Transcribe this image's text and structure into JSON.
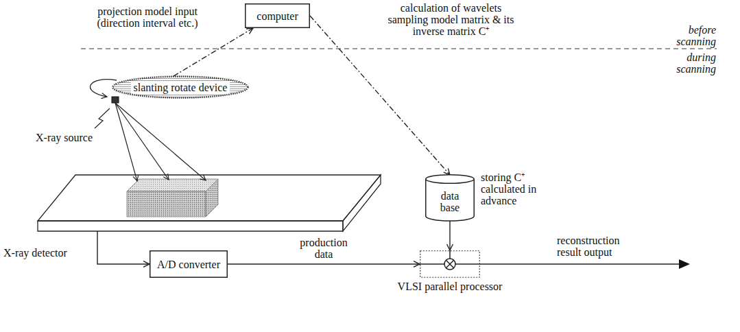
{
  "diagram": {
    "nodes": [
      {
        "text": [
          "computer"
        ]
      },
      {
        "text": [
          "slanting rotate device"
        ]
      },
      {
        "text": [
          "data base"
        ]
      },
      {
        "text": [
          "X-ray detector"
        ]
      },
      {
        "text": [
          "A/D converter"
        ]
      },
      {
        "text": [
          "VLSI parallel processor"
        ]
      }
    ],
    "edges": [
      {
        "from": 1,
        "to": 0,
        "arrow": "to"
      },
      {
        "from": 0,
        "to": 2,
        "arrow": "to"
      },
      {
        "from": 3,
        "to": 4,
        "arrow": "to"
      },
      {
        "from": 4,
        "to": 5,
        "arrow": "to",
        "label": "production data"
      },
      {
        "from": 2,
        "to": 5,
        "arrow": "to"
      }
    ],
    "labels": [
      "projection model input (direction interval etc.)",
      "calculation of wavelets sampling model matrix & its inverse matrix C⁺",
      "before scanning",
      "during scanning",
      "X-ray source",
      "storing C⁺ calculated in advance",
      "reconstruction result output"
    ]
  }
}
